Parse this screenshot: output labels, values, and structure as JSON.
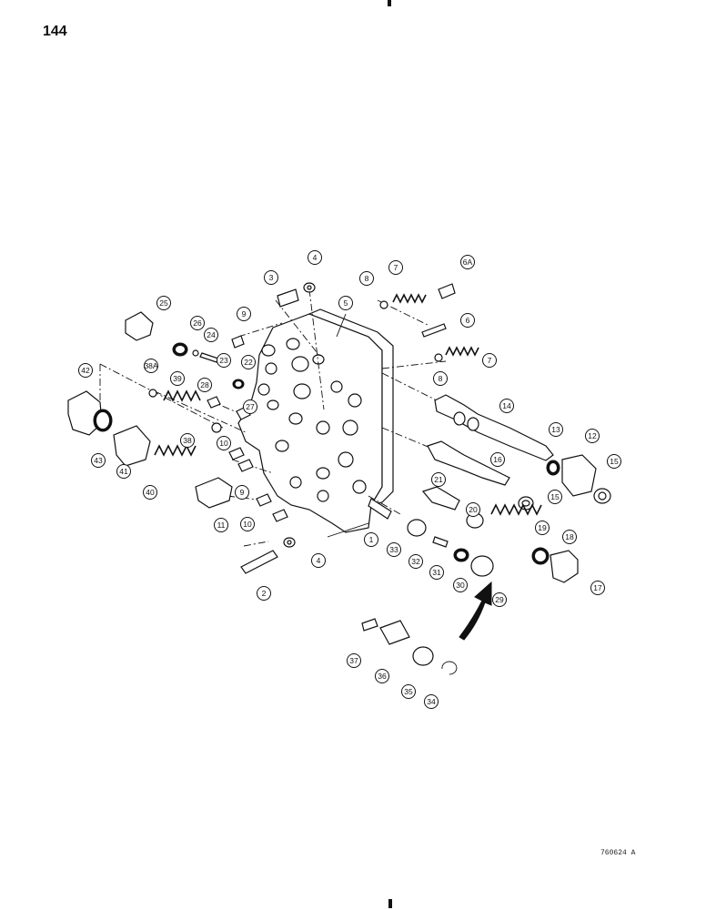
{
  "page": {
    "number": "144",
    "drawing_id": "760624 A"
  },
  "callouts": [
    {
      "label": "1"
    },
    {
      "label": "2"
    },
    {
      "label": "3"
    },
    {
      "label": "4"
    },
    {
      "label": "4"
    },
    {
      "label": "5"
    },
    {
      "label": "6"
    },
    {
      "label": "6A"
    },
    {
      "label": "7"
    },
    {
      "label": "7"
    },
    {
      "label": "8"
    },
    {
      "label": "8"
    },
    {
      "label": "9"
    },
    {
      "label": "9"
    },
    {
      "label": "10"
    },
    {
      "label": "10"
    },
    {
      "label": "11"
    },
    {
      "label": "12"
    },
    {
      "label": "13"
    },
    {
      "label": "14"
    },
    {
      "label": "15"
    },
    {
      "label": "15"
    },
    {
      "label": "16"
    },
    {
      "label": "17"
    },
    {
      "label": "18"
    },
    {
      "label": "19"
    },
    {
      "label": "20"
    },
    {
      "label": "21"
    },
    {
      "label": "22"
    },
    {
      "label": "23"
    },
    {
      "label": "24"
    },
    {
      "label": "25"
    },
    {
      "label": "26"
    },
    {
      "label": "27"
    },
    {
      "label": "28"
    },
    {
      "label": "29"
    },
    {
      "label": "30"
    },
    {
      "label": "31"
    },
    {
      "label": "32"
    },
    {
      "label": "33"
    },
    {
      "label": "34"
    },
    {
      "label": "35"
    },
    {
      "label": "36"
    },
    {
      "label": "37"
    },
    {
      "label": "38"
    },
    {
      "label": "38A"
    },
    {
      "label": "39"
    },
    {
      "label": "40"
    },
    {
      "label": "41"
    },
    {
      "label": "42"
    },
    {
      "label": "43"
    }
  ]
}
